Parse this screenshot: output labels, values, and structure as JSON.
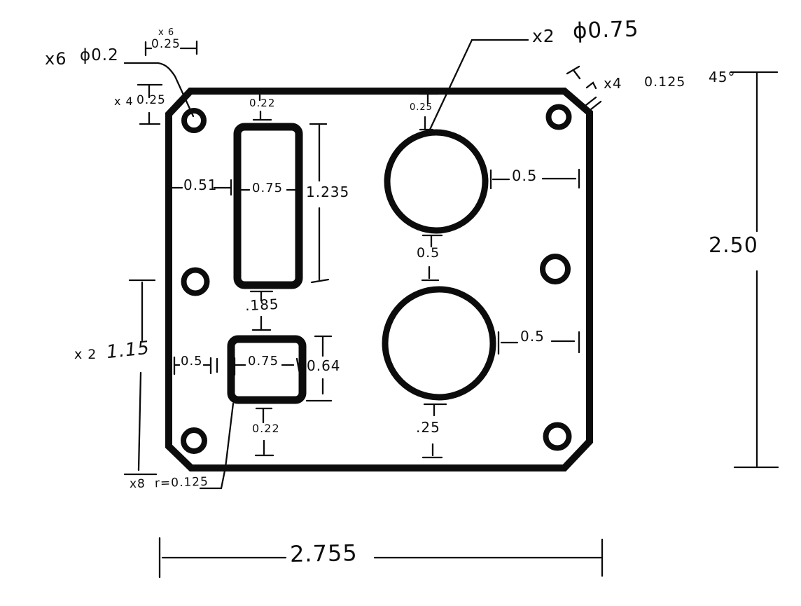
{
  "labels": {
    "small_hole_qty": "x6",
    "small_hole_dia": "ϕ0.2",
    "edge_dim_qty": "x 6",
    "edge_dim": "0.25",
    "top_offset_qty": "x 4",
    "top_offset": "0.25",
    "rect_top_gap": "0.22",
    "rect_left_gap": "0.51",
    "rect_width": "0.75",
    "rect_height": "1.235",
    "rect_gap": ".185",
    "square_left_gap": "0.5",
    "square_width": "0.75",
    "square_height": "0.64",
    "square_bottom_gap": "0.22",
    "fillet_qty": "x8",
    "fillet_radius": "r=0.125",
    "vspace_qty": "x 2",
    "vspace": "1.15",
    "big_hole_qty": "x2",
    "big_hole_dia": "ϕ0.75",
    "chamfer_qty": "x4",
    "chamfer_size": "0.125",
    "chamfer_angle": "45°",
    "circle_top_gap": "0.25",
    "circle_right_gap_top": "0.5",
    "circle_spacing": "0.5",
    "circle_right_gap_bottom": "0.5",
    "circle_bottom_gap": ".25",
    "plate_height": "2.50",
    "plate_width": "2.755"
  }
}
